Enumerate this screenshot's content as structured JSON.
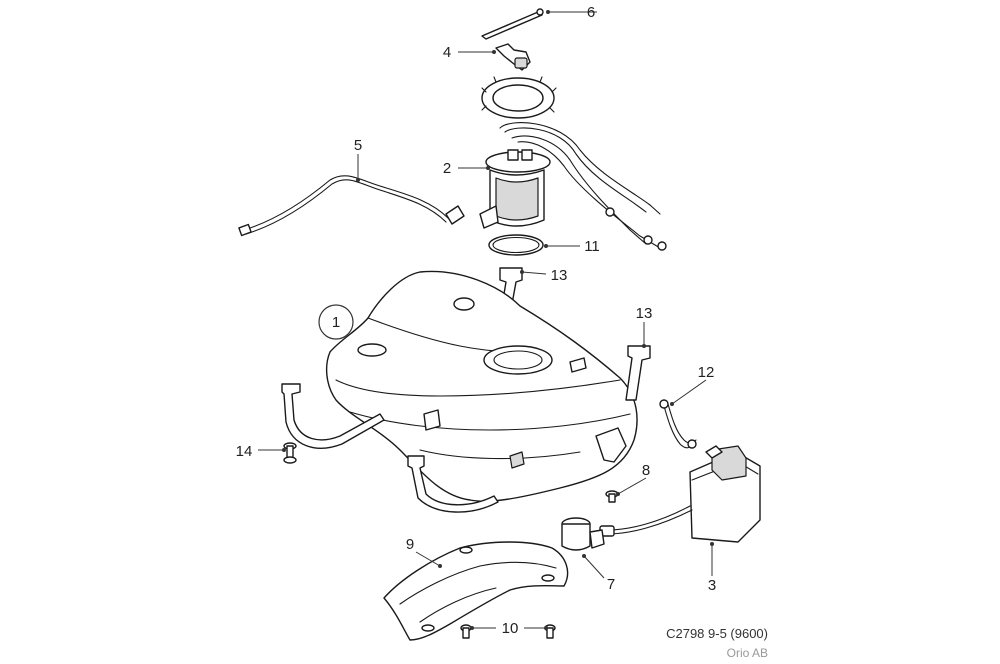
{
  "labels": {
    "p1": "1",
    "p2": "2",
    "p3": "3",
    "p4": "4",
    "p5": "5",
    "p6": "6",
    "p7": "7",
    "p8": "8",
    "p9": "9",
    "p10": "10",
    "p11": "11",
    "p12": "12",
    "p13a": "13",
    "p13b": "13",
    "p14": "14"
  },
  "footer": {
    "code": "C2798 9-5 (9600)",
    "company": "Orio AB"
  }
}
